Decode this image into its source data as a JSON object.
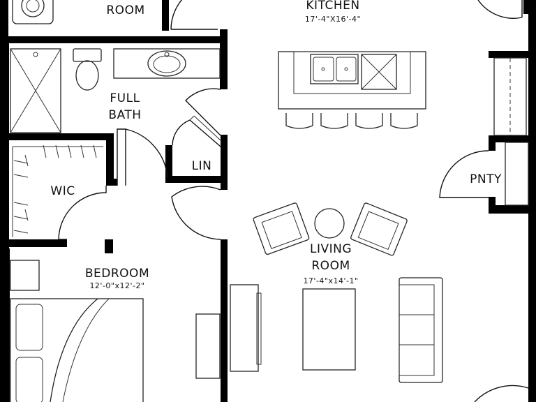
{
  "rooms": {
    "top_room": {
      "name": "ROOM"
    },
    "kitchen": {
      "name": "KITCHEN",
      "dimensions": "17'-4\"X16'-4\""
    },
    "full_bath": {
      "name_line1": "FULL",
      "name_line2": "BATH"
    },
    "linen": {
      "name": "LIN"
    },
    "walk_in_closet": {
      "name": "WIC"
    },
    "pantry": {
      "name": "PNTY"
    },
    "living_room": {
      "name_line1": "LIVING",
      "name_line2": "ROOM",
      "dimensions": "17'-4\"x14'-1\""
    },
    "bedroom": {
      "name": "BEDROOM",
      "dimensions": "12'-0\"x12'-2\""
    }
  },
  "colors": {
    "wall": "#000000",
    "line": "#222222",
    "background": "#ffffff"
  },
  "icons": [
    "washer-icon",
    "shower-icon",
    "toilet-icon",
    "sink-icon",
    "double-sink-icon",
    "cooktop-icon",
    "bar-stool-icon",
    "armchair-icon",
    "round-table-icon",
    "sofa-icon",
    "coffee-table-icon",
    "bed-icon",
    "tv-console-icon",
    "dresser-icon",
    "nightstand-icon"
  ]
}
